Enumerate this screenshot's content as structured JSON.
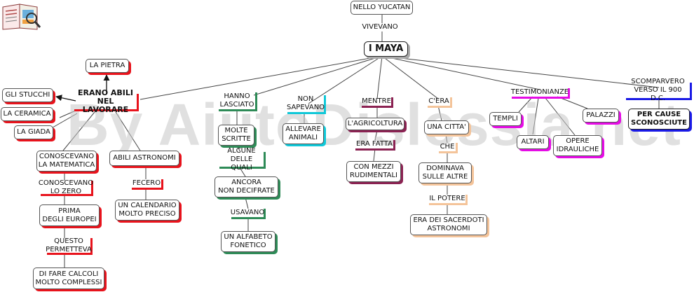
{
  "title": "I MAYA",
  "watermark": "By AiutoDislessia.net",
  "accent_colors": {
    "red": "#e8131c",
    "green": "#2e8b57",
    "cyan": "#10c8d8",
    "maroon": "#8b2252",
    "peach": "#f4c49a",
    "magenta": "#e60ce6",
    "blue": "#1a1ae6"
  },
  "nodes": {
    "yucatan": "NELLO YUCATAN",
    "vivevano": "VIVEVANO",
    "maya": "I MAYA",
    "pietra": "LA PIETRA",
    "erano_abili": "ERANO ABILI\nNEL LAVORARE",
    "stucchi": "GLI STUCCHI",
    "ceramica": "LA CERAMICA",
    "giada": "LA GIADA",
    "conoscevano_mat": "CONOSCEVANO\nLA MATEMATICA",
    "conoscevano_zero": "CONOSCEVANO\nLO ZERO",
    "primi_europei": "PRIMA\nDEGLI EUROPEI",
    "questo_permetteva": "QUESTO\nPERMETTEVA",
    "calcoli": "DI FARE CALCOLI\nMOLTO COMPLESSI",
    "astronomi": "ABILI ASTRONOMI",
    "fecero": "FECERO",
    "calendario": "UN CALENDARIO\nMOLTO PRECISO",
    "hanno_lasciato": "HANNO\nLASCIATO",
    "molte_scritte": "MOLTE\nSCRITTE",
    "alcune": "ALCUNE\nDELLE QUALI",
    "ancora": "ANCORA\nNON DECIFRATE",
    "usavano": "USAVANO",
    "alfabeto": "UN ALFABETO\nFONETICO",
    "non_sapevano": "NON\nSAPEVANO",
    "allevare": "ALLEVARE\nANIMALI",
    "mentre": "MENTRE",
    "agricoltura": "L'AGRICOLTURA",
    "era_fatta": "ERA FATTA",
    "mezzi": "CON MEZZI\nRUDIMENTALI",
    "cera": "C'ERA",
    "citta": "UNA CITTA'",
    "che": "CHE",
    "dominava": "DOMINAVA\nSULLE ALTRE",
    "potere": "IL POTERE",
    "sacerdoti": "ERA DEI SACERDOTI\nASTRONOMI",
    "testimonianze": "TESTIMONIANZE",
    "templi": "TEMPLI",
    "altari": "ALTARI",
    "opere": "OPERE\nIDRAULICHE",
    "palazzi": "PALAZZI",
    "scomparvero": "SCOMPARVERO\nVERSO IL 900 D.C.",
    "cause": "PER CAUSE\nSCONOSCIUTE"
  }
}
